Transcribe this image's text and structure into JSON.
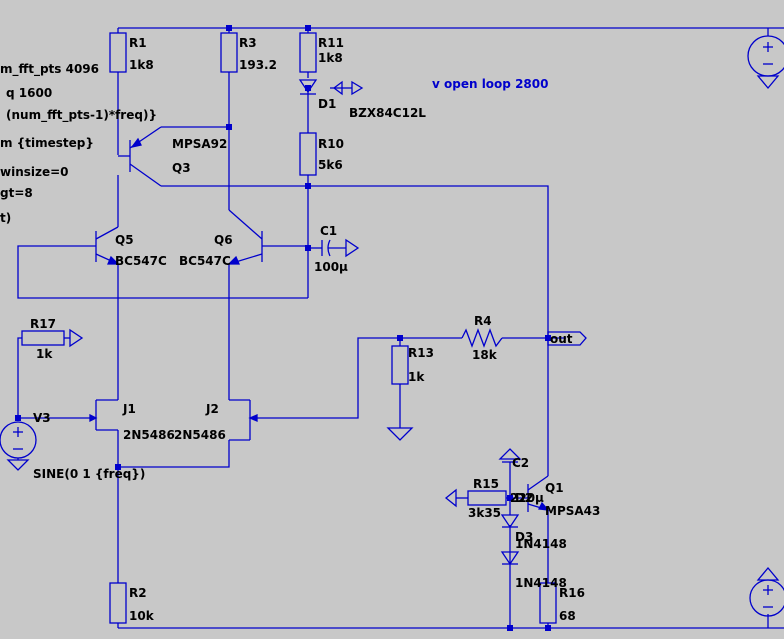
{
  "colors": {
    "background": "#c8c8c8",
    "wire": "#0000cc",
    "text": "#000000",
    "annotation": "#0000cc"
  },
  "directives": [
    "m_fft_pts 4096",
    "q 1600",
    "(num_fft_pts-1)*freq)}",
    "m {timestep}",
    "winsize=0",
    "gt=8",
    "t)"
  ],
  "annotation": "v open loop 2800",
  "net_labels": {
    "out": "out"
  },
  "components": {
    "R1": {
      "name": "R1",
      "value": "1k8"
    },
    "R3": {
      "name": "R3",
      "value": "193.2"
    },
    "R11": {
      "name": "R11",
      "value": "1k8"
    },
    "D1": {
      "name": "D1",
      "value": "BZX84C12L"
    },
    "R10": {
      "name": "R10",
      "value": "5k6"
    },
    "Q3": {
      "name": "Q3",
      "value": "MPSA92"
    },
    "Q5": {
      "name": "Q5",
      "value": "BC547C"
    },
    "Q6": {
      "name": "Q6",
      "value": "BC547C"
    },
    "C1": {
      "name": "C1",
      "value": "100µ"
    },
    "R17": {
      "name": "R17",
      "value": "1k"
    },
    "V3": {
      "name": "V3",
      "value": "SINE(0 1 {freq})"
    },
    "J1": {
      "name": "J1",
      "value": "2N5486"
    },
    "J2": {
      "name": "J2",
      "value": "2N5486"
    },
    "R13": {
      "name": "R13",
      "value": "1k"
    },
    "R4": {
      "name": "R4",
      "value": "18k"
    },
    "C2": {
      "name": "C2",
      "value": "220µ"
    },
    "R15": {
      "name": "R15",
      "value": "3k35"
    },
    "D2": {
      "name": "D2"
    },
    "Q1": {
      "name": "Q1",
      "value": "MPSA43"
    },
    "D3": {
      "name": "D3",
      "value": "1N4148"
    },
    "D4": {
      "value": "1N4148"
    },
    "R2": {
      "name": "R2",
      "value": "10k"
    },
    "R16": {
      "name": "R16",
      "value": "68"
    }
  }
}
